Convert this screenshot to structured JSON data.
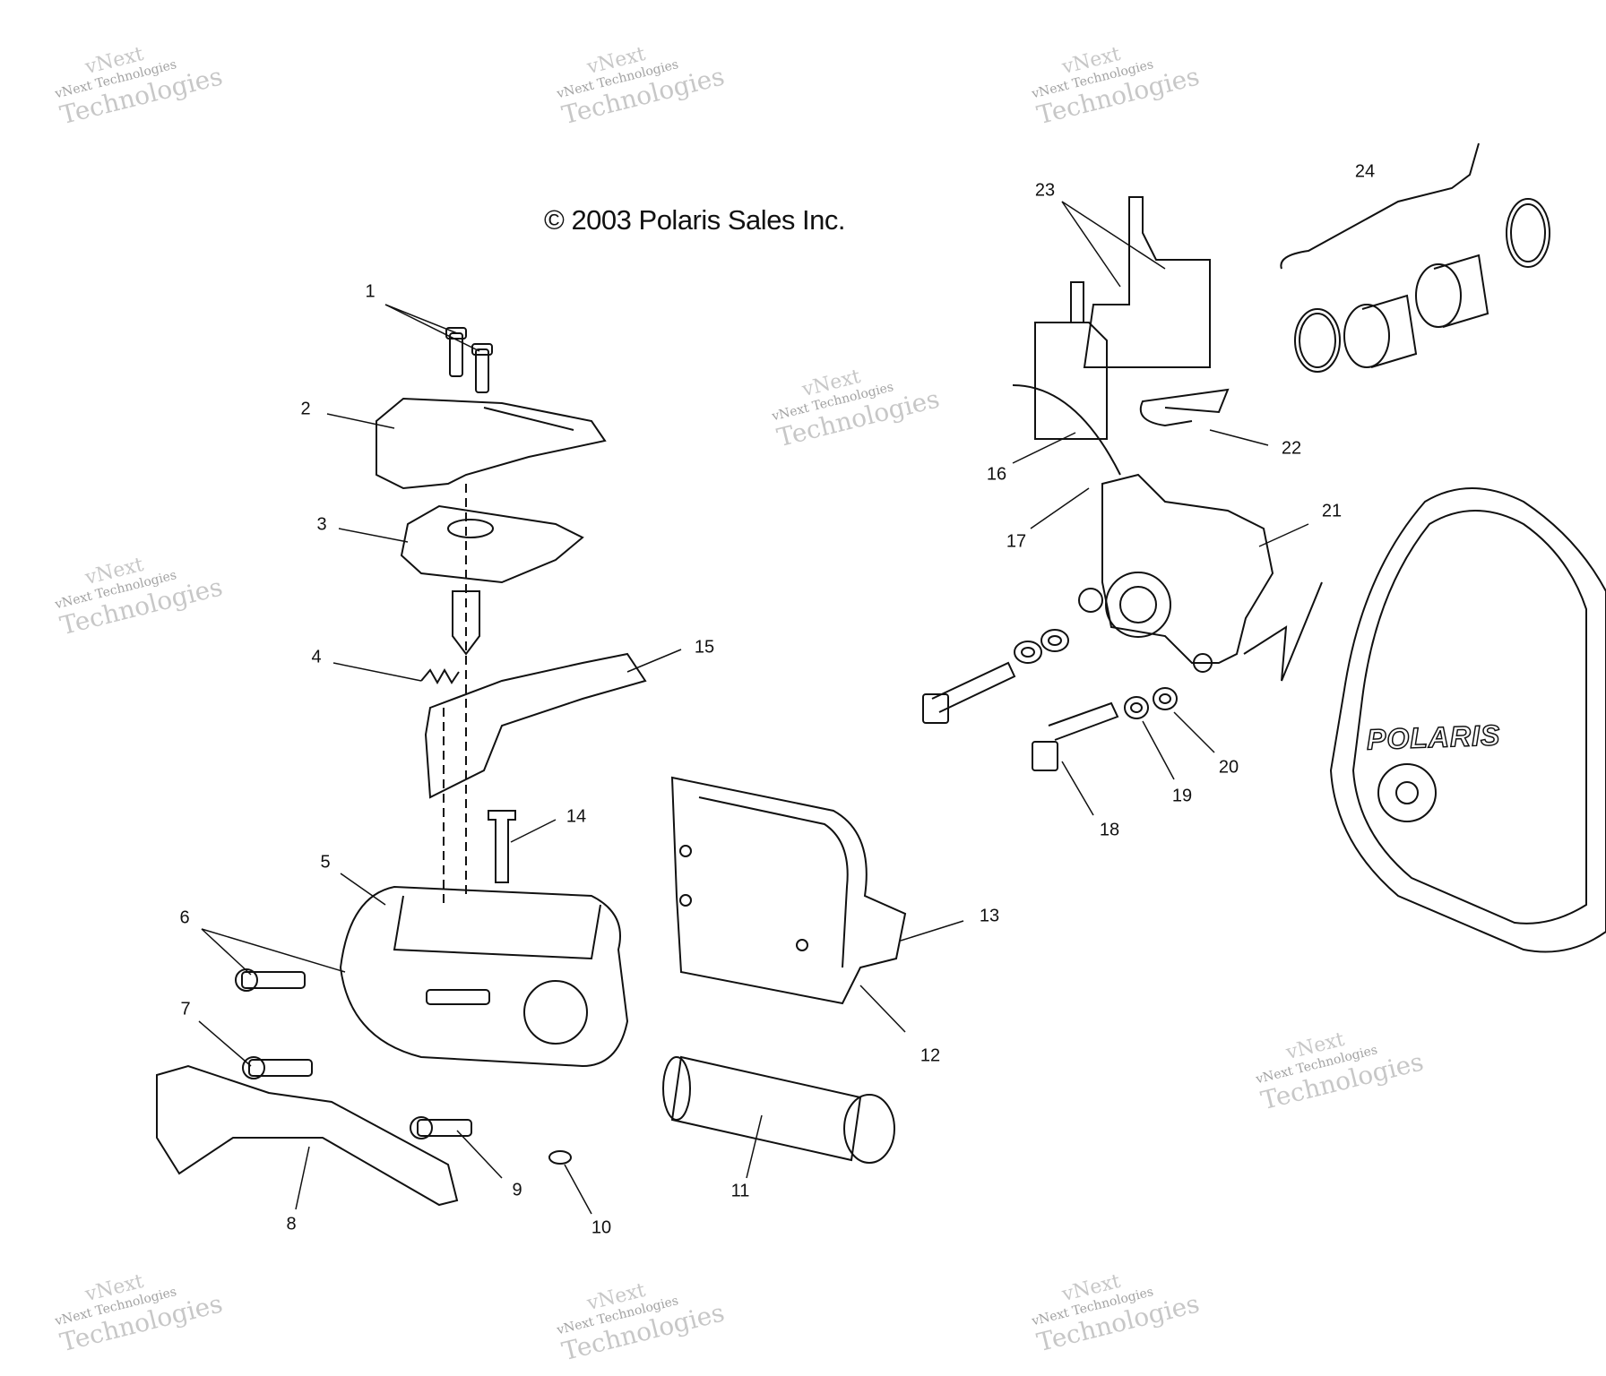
{
  "diagram": {
    "copyright": "© 2003 Polaris Sales Inc.",
    "logo_text": "POLARIS",
    "watermark": {
      "line1": "vNext",
      "line2": "vNext Technologies",
      "line3": "Technologies"
    },
    "callouts": [
      "1",
      "2",
      "3",
      "4",
      "5",
      "6",
      "7",
      "8",
      "9",
      "10",
      "11",
      "12",
      "13",
      "14",
      "15",
      "16",
      "17",
      "18",
      "19",
      "20",
      "21",
      "22",
      "23",
      "24"
    ]
  }
}
